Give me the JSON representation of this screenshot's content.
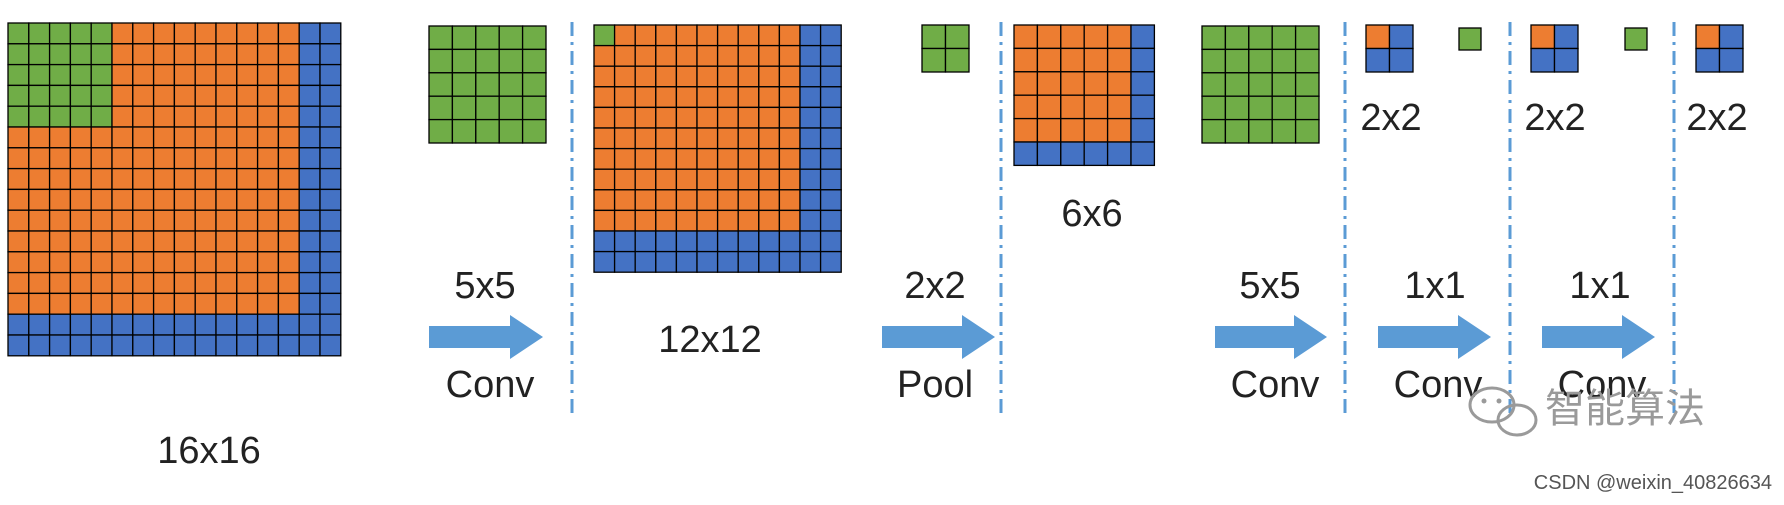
{
  "colors": {
    "green": "#70ad47",
    "orange": "#ed7d31",
    "blue": "#4472c4",
    "arrow": "#5b9bd5",
    "divider": "#5b9bd5",
    "grid_line": "#000000"
  },
  "grids": [
    {
      "id": "input",
      "n": 16,
      "green": [
        5,
        5
      ],
      "orange": [
        14,
        14
      ]
    },
    {
      "id": "kernel-5x5-a",
      "n": 5,
      "green": [
        5,
        5
      ],
      "orange": [
        0,
        0
      ]
    },
    {
      "id": "feature-12x12",
      "n": 12,
      "green": [
        1,
        1
      ],
      "orange": [
        10,
        10
      ]
    },
    {
      "id": "pool-kernel",
      "n": 2,
      "green": [
        2,
        2
      ],
      "orange": [
        0,
        0
      ]
    },
    {
      "id": "feature-6x6",
      "n": 6,
      "green": [
        0,
        0
      ],
      "orange": [
        5,
        5
      ]
    },
    {
      "id": "kernel-5x5-b",
      "n": 5,
      "green": [
        5,
        5
      ],
      "orange": [
        0,
        0
      ]
    },
    {
      "id": "feature-2x2-a",
      "n": 2,
      "green": [
        0,
        0
      ],
      "orange": [
        1,
        1
      ]
    },
    {
      "id": "kernel-1x1-a",
      "n": 1,
      "green": [
        1,
        1
      ],
      "orange": [
        0,
        0
      ]
    },
    {
      "id": "feature-2x2-b",
      "n": 2,
      "green": [
        0,
        0
      ],
      "orange": [
        1,
        1
      ]
    },
    {
      "id": "kernel-1x1-b",
      "n": 1,
      "green": [
        1,
        1
      ],
      "orange": [
        0,
        0
      ]
    },
    {
      "id": "feature-2x2-c",
      "n": 2,
      "green": [
        0,
        0
      ],
      "orange": [
        1,
        1
      ]
    }
  ],
  "labels": {
    "input_size": "16x16",
    "conv1_kernel": "5x5",
    "conv1_op": "Conv",
    "fm1_size": "12x12",
    "pool_kernel": "2x2",
    "pool_op": "Pool",
    "fm2_size": "6x6",
    "conv2_kernel": "5x5",
    "conv2_op": "Conv",
    "fm3_size": "2x2",
    "conv3_kernel": "1x1",
    "conv3_op": "Conv",
    "fm4_size": "2x2",
    "conv4_kernel": "1x1",
    "conv4_op": "Conv",
    "fm5_size": "2x2"
  },
  "watermark": "智能算法",
  "credit": "CSDN @weixin_40826634"
}
